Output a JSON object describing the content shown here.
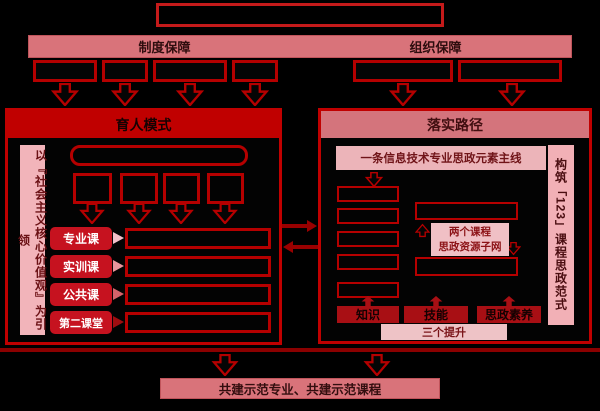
{
  "bands": {
    "institutional": "制度保障",
    "organizational": "组织保障"
  },
  "left_panel": {
    "title": "育人模式",
    "side_label": "以『社会主义核心价值观』为引领",
    "rows": [
      {
        "label": "专业课"
      },
      {
        "label": "实训课"
      },
      {
        "label": "公共课"
      },
      {
        "label": "第二课堂"
      }
    ]
  },
  "right_panel": {
    "title": "落实路径",
    "side_label": "构筑「123」课程思政范式",
    "mainline_label": "一条信息技术专业思政元素主线",
    "subnet_label": {
      "line1": "两个课程",
      "line2": "思政资源子网"
    },
    "outcomes": [
      {
        "label": "知识"
      },
      {
        "label": "技能"
      },
      {
        "label": "思政素养"
      }
    ],
    "improvements_label": "三个提升"
  },
  "bottom": {
    "banner": "共建示范专业、共建示范课程"
  },
  "colors": {
    "background": "#000000",
    "bright_red_border": "#c00000",
    "dark_red_line": "#8b0000",
    "rose_band": "#d9737a",
    "pink_strip": "#f2b4ba",
    "pale_pink_band": "#eec3c6",
    "outcome_box_red": "#a80f14",
    "course_button_red": "#c6121f",
    "row_arrow_gradient": [
      "#f3c0ca",
      "#e9959d",
      "#d4636b",
      "#9e0d10"
    ]
  }
}
